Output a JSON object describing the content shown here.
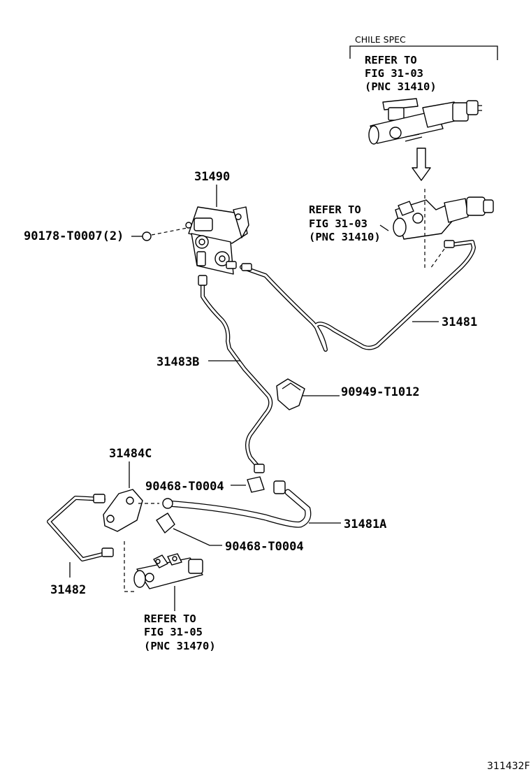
{
  "spec_label": "CHILE SPEC",
  "references": {
    "top": [
      "REFER TO",
      "FIG 31-03",
      "(PNC 31410)"
    ],
    "middle": [
      "REFER TO",
      "FIG 31-03",
      "(PNC 31410)"
    ],
    "bottom": [
      "REFER TO",
      "FIG 31-05",
      "(PNC 31470)"
    ]
  },
  "parts": {
    "p31490": "31490",
    "p90178": "90178-T0007(2)",
    "p31481": "31481",
    "p31483b": "31483B",
    "p90949": "90949-T1012",
    "p31484c": "31484C",
    "p90468_a": "90468-T0004",
    "p31481a": "31481A",
    "p90468_b": "90468-T0004",
    "p31482": "31482"
  },
  "figure_code": "311432F"
}
